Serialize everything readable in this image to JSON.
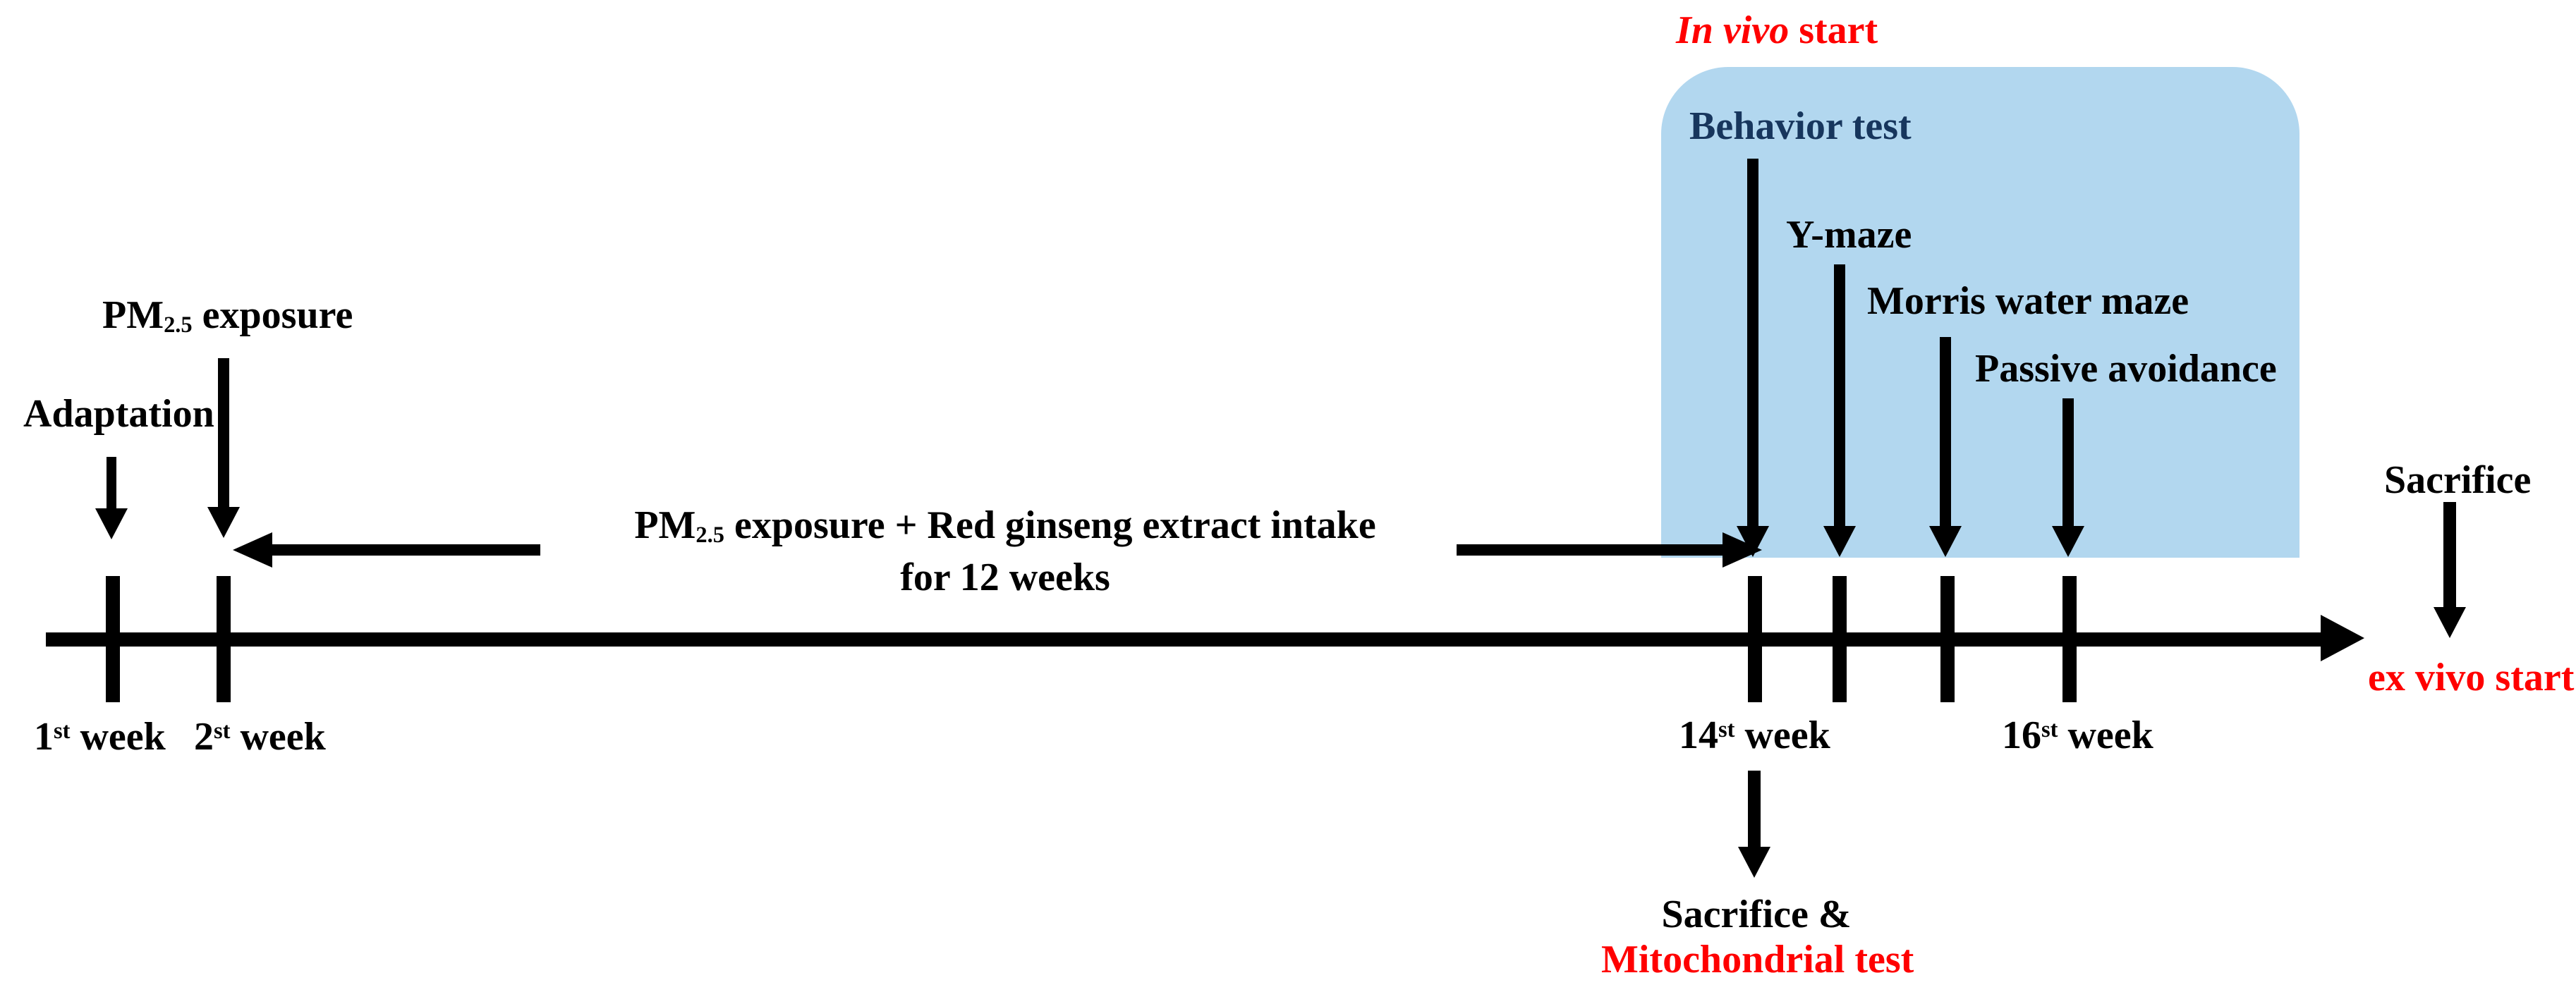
{
  "colors": {
    "red": "#ff0000",
    "navy": "#17365d",
    "box_blue": "#b2d7ef",
    "black": "#000000"
  },
  "top_left": {
    "adaptation": "Adaptation",
    "pm_label": {
      "pm": "PM",
      "sub": "2.5",
      "rest": " exposure"
    }
  },
  "center_note": {
    "line1": {
      "pm": "PM",
      "sub": "2.5",
      "rest": " exposure + Red ginseng extract intake"
    },
    "line2": "for 12 weeks"
  },
  "timeline": {
    "week_labels": [
      {
        "num": "1",
        "sup": "st",
        "rest": " week"
      },
      {
        "num": "2",
        "sup": "st",
        "rest": " week"
      },
      {
        "num": "14",
        "sup": "st",
        "rest": " week"
      },
      {
        "num": "16",
        "sup": "st",
        "rest": " week"
      }
    ]
  },
  "behavior_box": {
    "in_vivo": {
      "italic": "In vivo",
      "rest": " start"
    },
    "title": "Behavior test",
    "tests": [
      "Y-maze",
      "Morris water maze",
      "Passive avoidance"
    ]
  },
  "right_side": {
    "sacrifice": "Sacrifice",
    "ex_vivo": "ex vivo start"
  },
  "bottom": {
    "sacrifice_and": "Sacrifice &",
    "mito_test": "Mitochondrial test"
  }
}
